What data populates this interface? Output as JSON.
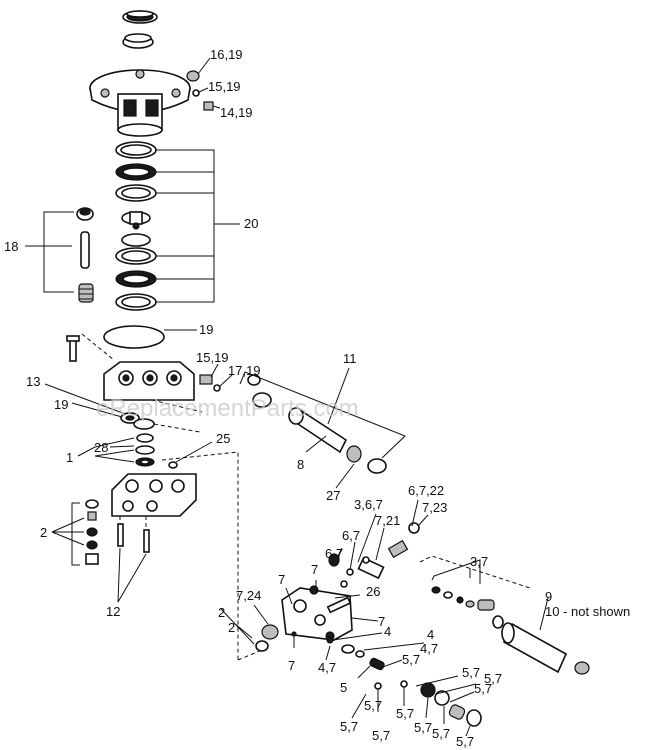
{
  "watermark": "eReplacementParts.com",
  "callouts": {
    "c16_19": "16,19",
    "c15_19_top": "15,19",
    "c14_19": "14,19",
    "c20": "20",
    "c18": "18",
    "c19_oring": "19",
    "c15_19_mid": "15,19",
    "c17_19": "17,19",
    "c11": "11",
    "c13": "13",
    "c19_left": "19",
    "c25": "25",
    "c28": "28",
    "c1": "1",
    "c8": "8",
    "c27": "27",
    "c6_7_22": "6,7,22",
    "c7_23": "7,23",
    "c3_6_7": "3,6,7",
    "c6_7_a": "6,7",
    "c7_21": "7,21",
    "c6_7_b": "6,7",
    "c2_left": "2",
    "c12": "12",
    "c3_7": "3,7",
    "c7_a": "7",
    "c7_b": "7",
    "c7_24": "7,24",
    "c26": "26",
    "c9": "9",
    "c10": "10 - not shown",
    "c2_a": "2",
    "c2_b": "2",
    "c7_c": "7",
    "c4_a": "4",
    "c4_b": "4",
    "c4_7_a": "4,7",
    "c4_7_b": "4,7",
    "c5_7_a": "5,7",
    "c7_d": "7",
    "c5": "5",
    "c5_7_b": "5,7",
    "c5_7_c": "5,7",
    "c5_7_d": "5,7",
    "c5_7_e": "5,7",
    "c5_7_f": "5,7",
    "c5_7_g": "5,7",
    "c5_7_h": "5,7",
    "c5_7_i": "5,7",
    "c5_7_j": "5,7"
  }
}
